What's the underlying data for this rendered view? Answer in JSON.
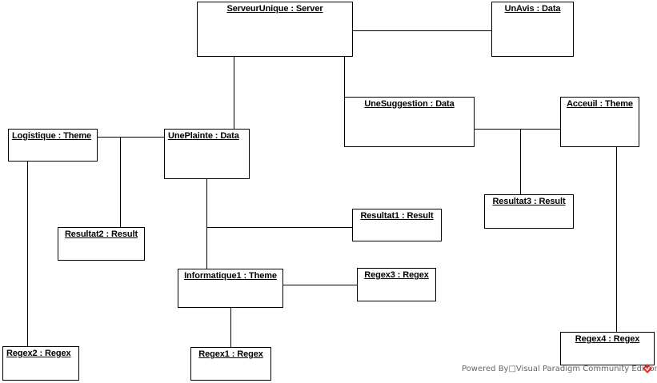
{
  "objects": {
    "serveur_unique": "ServeurUnique : Server",
    "un_avis": "UnAvis : Data",
    "une_suggestion": "UneSuggestion : Data",
    "acceuil": "Acceuil : Theme",
    "logistique": "Logistique : Theme",
    "une_plainte": "UnePlainte : Data",
    "resultat1": "Resultat1 : Result",
    "resultat2": "Resultat2 : Result",
    "resultat3": "Resultat3 : Result",
    "informatique1": "Informatique1 : Theme",
    "regex1": "Regex1 : Regex",
    "regex2": "Regex2 : Regex",
    "regex3": "Regex3 : Regex",
    "regex4": "Regex4 : Regex"
  },
  "watermark": {
    "text": "Powered By□Visual Paradigm Community Edition",
    "logo_color": "#d9342b"
  }
}
